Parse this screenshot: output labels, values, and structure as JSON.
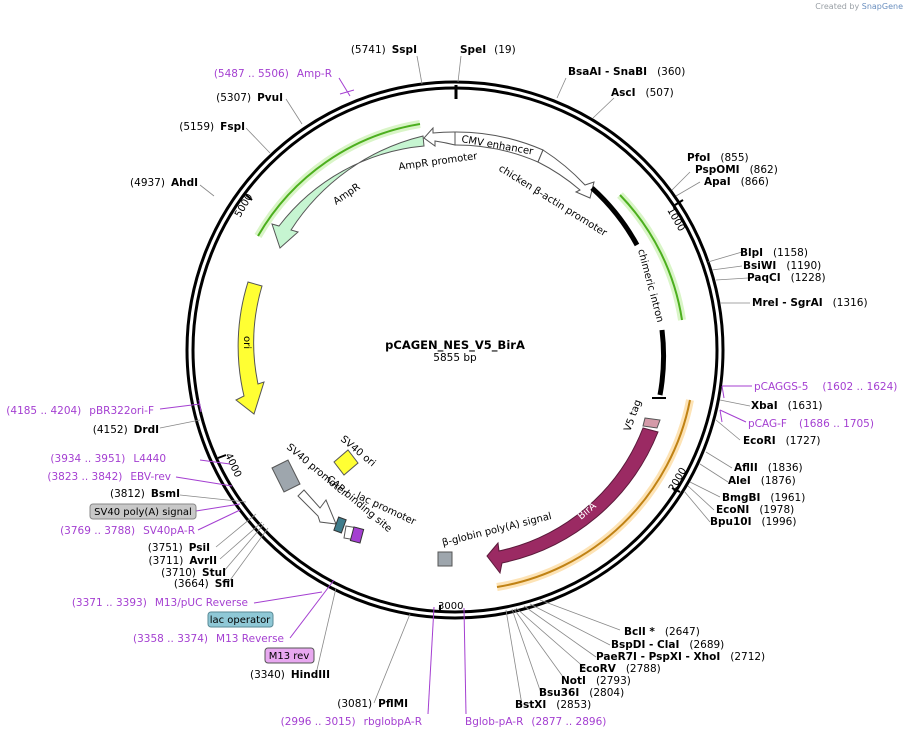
{
  "credit": {
    "prefix": "Created by",
    "brand": "SnapGene"
  },
  "plasmid": {
    "name": "pCAGEN_NES_V5_BirA",
    "size_label": "5855 bp",
    "length": 5855
  },
  "ticks": [
    {
      "pos": 1000,
      "label": "1000"
    },
    {
      "pos": 2000,
      "label": "2000"
    },
    {
      "pos": 3000,
      "label": "3000"
    },
    {
      "pos": 4000,
      "label": "4000"
    },
    {
      "pos": 5000,
      "label": "5000"
    }
  ],
  "sites": [
    {
      "name": "SpeI",
      "pos": "(19)",
      "side": "right"
    },
    {
      "name": "SspI",
      "pos": "(5741)",
      "side": "left"
    },
    {
      "name": "BsaAI  - SnaBI",
      "pos": "(360)",
      "side": "right"
    },
    {
      "name": "AscI",
      "pos": "(507)",
      "side": "right"
    },
    {
      "name": "PfoI",
      "pos": "(855)",
      "side": "right"
    },
    {
      "name": "PspOMI",
      "pos": "(862)",
      "side": "right"
    },
    {
      "name": "ApaI",
      "pos": "(866)",
      "side": "right"
    },
    {
      "name": "BlpI",
      "pos": "(1158)",
      "side": "right"
    },
    {
      "name": "BsiWI",
      "pos": "(1190)",
      "side": "right"
    },
    {
      "name": "PaqCI",
      "pos": "(1228)",
      "side": "right"
    },
    {
      "name": "MreI  - SgrAI",
      "pos": "(1316)",
      "side": "right"
    },
    {
      "name": "XbaI",
      "pos": "(1631)",
      "side": "right"
    },
    {
      "name": "EcoRI",
      "pos": "(1727)",
      "side": "right"
    },
    {
      "name": "AflII",
      "pos": "(1836)",
      "side": "right"
    },
    {
      "name": "AleI",
      "pos": "(1876)",
      "side": "right"
    },
    {
      "name": "BmgBI",
      "pos": "(1961)",
      "side": "right"
    },
    {
      "name": "EcoNI",
      "pos": "(1978)",
      "side": "right"
    },
    {
      "name": "Bpu10I",
      "pos": "(1996)",
      "side": "right"
    },
    {
      "name": "BclI *",
      "pos": "(2647)",
      "side": "right"
    },
    {
      "name": "BspDI  - ClaI",
      "pos": "(2689)",
      "side": "right"
    },
    {
      "name": "PaeR7I  - PspXI  - XhoI",
      "pos": "(2712)",
      "side": "right"
    },
    {
      "name": "EcoRV",
      "pos": "(2788)",
      "side": "right"
    },
    {
      "name": "NotI",
      "pos": "(2793)",
      "side": "right"
    },
    {
      "name": "Bsu36I",
      "pos": "(2804)",
      "side": "right"
    },
    {
      "name": "BstXI",
      "pos": "(2853)",
      "side": "right"
    },
    {
      "name": "PflMI",
      "pos": "(3081)",
      "side": "left"
    },
    {
      "name": "HindIII",
      "pos": "(3340)",
      "side": "left"
    },
    {
      "name": "SfiI",
      "pos": "(3664)",
      "side": "left"
    },
    {
      "name": "StuI",
      "pos": "(3710)",
      "side": "left"
    },
    {
      "name": "AvrII",
      "pos": "(3711)",
      "side": "left"
    },
    {
      "name": "PsiI",
      "pos": "(3751)",
      "side": "left"
    },
    {
      "name": "BsmI",
      "pos": "(3812)",
      "side": "left"
    },
    {
      "name": "DrdI",
      "pos": "(4152)",
      "side": "left"
    },
    {
      "name": "AhdI",
      "pos": "(4937)",
      "side": "left"
    },
    {
      "name": "FspI",
      "pos": "(5159)",
      "side": "left"
    },
    {
      "name": "PvuI",
      "pos": "(5307)",
      "side": "left"
    }
  ],
  "primers": [
    {
      "name": "Amp-R",
      "range": "(5487 .. 5506)",
      "side": "left"
    },
    {
      "name": "pCAGGS-5",
      "range": "(1602 .. 1624)",
      "side": "right"
    },
    {
      "name": "pCAG-F",
      "range": "(1686 .. 1705)",
      "side": "right"
    },
    {
      "name": "pBR322ori-F",
      "range": "(4185 .. 4204)",
      "side": "left"
    },
    {
      "name": "L4440",
      "range": "(3934 .. 3951)",
      "side": "left"
    },
    {
      "name": "EBV-rev",
      "range": "(3823 .. 3842)",
      "side": "left"
    },
    {
      "name": "SV40pA-R",
      "range": "(3769 .. 3788)",
      "side": "left"
    },
    {
      "name": "M13/pUC Reverse",
      "range": "(3371 .. 3393)",
      "side": "left"
    },
    {
      "name": "M13 Reverse",
      "range": "(3358 .. 3374)",
      "side": "left"
    },
    {
      "name": "rbglobpA-R",
      "range": "(2996 .. 3015)",
      "side": "left"
    },
    {
      "name": "Bglob-pA-R",
      "range": "(2877 .. 2896)",
      "side": "left"
    }
  ],
  "boxed_labels": [
    {
      "name": "SV40 poly(A) signal",
      "color": "#c8c8c8"
    },
    {
      "name": "lac operator",
      "color": "#8fc8d6"
    },
    {
      "name": "M13 rev",
      "color": "#e8a8f0"
    }
  ],
  "features": [
    {
      "name": "CMV enhancer",
      "color": "#ffffff"
    },
    {
      "name": "chicken β-actin promoter",
      "color": "#ffffff"
    },
    {
      "name": "chimeric intron",
      "color": "#000000"
    },
    {
      "name": "V5 tag",
      "color": "#d49aa8"
    },
    {
      "name": "BirA",
      "color": "#9b2a63"
    },
    {
      "name": "β-globin poly(A) signal",
      "color": "#9ea6ad"
    },
    {
      "name": "AmpR promoter",
      "color": "#ffffff"
    },
    {
      "name": "AmpR",
      "color": "#c6f5d1"
    },
    {
      "name": "ori",
      "color": "#ffff33"
    },
    {
      "name": "SV40 ori",
      "color": "#ffff33"
    },
    {
      "name": "SV40 promoter",
      "color": "#ffffff"
    },
    {
      "name": "CAP binding site",
      "color": "#3f7d8c"
    },
    {
      "name": "lac promoter",
      "color": "#ffffff"
    }
  ],
  "colors": {
    "primer": "#a43fd1",
    "highlight_green": "#4caf1e",
    "highlight_orange": "#f2a22e"
  }
}
